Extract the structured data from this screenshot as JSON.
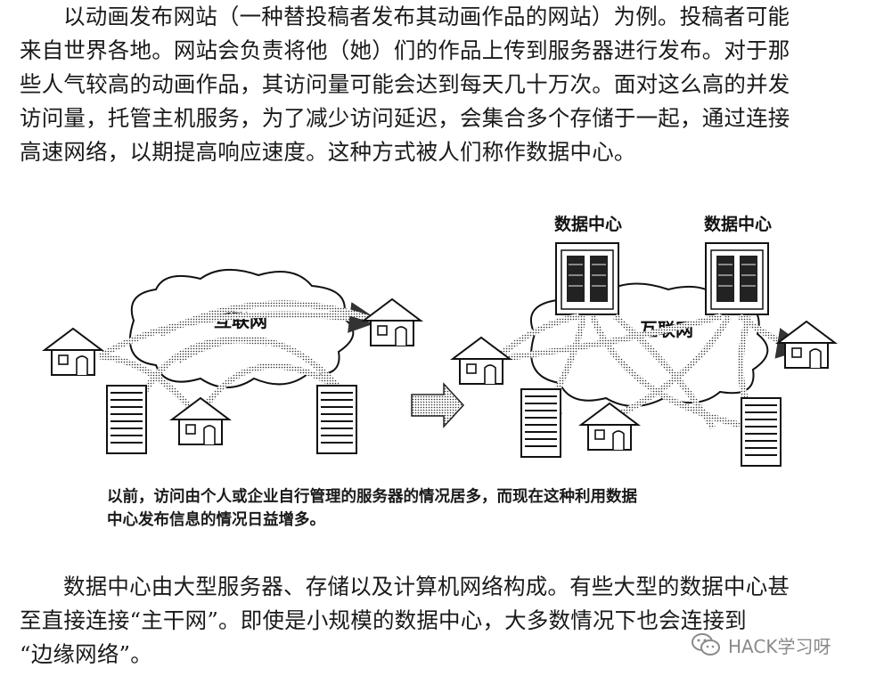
{
  "paragraph_1": {
    "lines": [
      "以动画发布网站（一种替投稿者发布其动画作品的网站）为例。投稿者可能",
      "来自世界各地。网站会负责将他（她）们的作品上传到服务器进行发布。对于那",
      "些人气较高的动画作品，其访问量可能会达到每天几十万次。面对这么高的并发",
      "访问量，托管主机服务，为了减少访问延迟，会集合多个存储于一起，通过连接",
      "高速网络，以期提高响应速度。这种方式被人们称作数据中心。"
    ]
  },
  "figure": {
    "left_cloud_label": "互联网",
    "right_cloud_label": "互联网",
    "datacenter_1_label": "数据中心",
    "datacenter_2_label": "数据中心"
  },
  "caption": {
    "lines": [
      "以前，访问由个人或企业自行管理的服务器的情况居多，而现在这种利用数据",
      "中心发布信息的情况日益增多。"
    ]
  },
  "paragraph_2": {
    "lines": [
      "数据中心由大型服务器、存储以及计算机网络构成。有些大型的数据中心甚",
      "至直接连接“主干网”。即使是小规模的数据中心，大多数情况下也会连接到",
      "“边缘网络”。"
    ]
  },
  "watermark": {
    "text": "HACK学习呀",
    "icon": "wechat-icon"
  }
}
